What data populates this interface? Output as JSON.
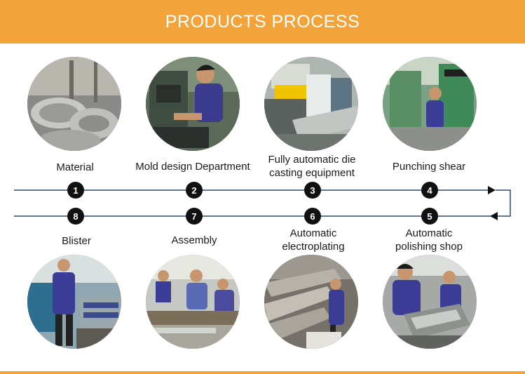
{
  "header": {
    "title": "PRODUCTS PROCESS"
  },
  "steps": [
    {
      "number": "1",
      "label": "Material"
    },
    {
      "number": "2",
      "label": "Mold design Department"
    },
    {
      "number": "3",
      "label": "Fully automatic die casting equipment"
    },
    {
      "number": "4",
      "label": "Punching shear"
    },
    {
      "number": "5",
      "label": "Automatic polishing shop"
    },
    {
      "number": "6",
      "label": "Automatic electroplating"
    },
    {
      "number": "7",
      "label": "Assembly"
    },
    {
      "number": "8",
      "label": "Blister"
    }
  ],
  "colors": {
    "accent": "#f2a33a",
    "line": "#2b4a6f",
    "badge": "#111111"
  }
}
